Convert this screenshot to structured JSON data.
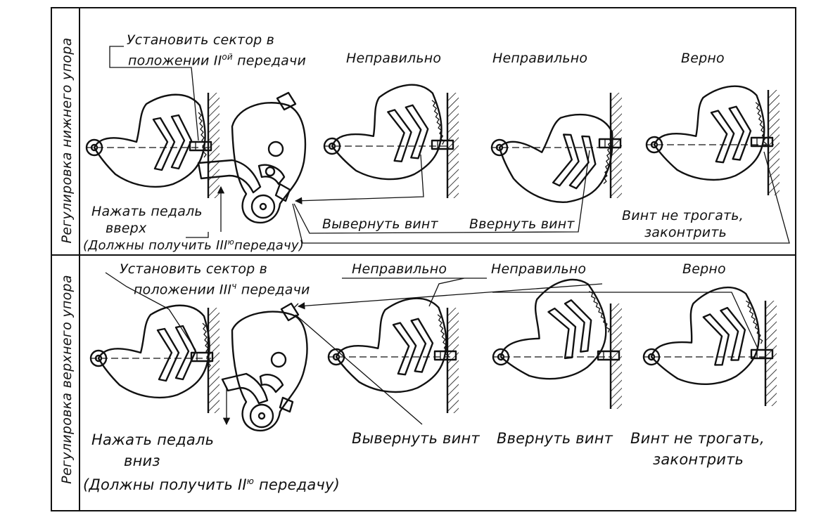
{
  "sections": {
    "lower": {
      "side_label": "Регулировка нижнего упора",
      "instruction": {
        "line1": "Установить сектор в",
        "line2": "положении II",
        "sup": "ой",
        "line2_tail": " передачи"
      },
      "pedal": {
        "line1": "Нажать педаль",
        "line2": "вверх",
        "note_pre": "(Должны получить ",
        "note_gear": "III",
        "note_sup": "ю",
        "note_post": "передачу)"
      },
      "panels": [
        {
          "title": "Неправильно",
          "caption": "Вывернуть винт"
        },
        {
          "title": "Неправильно",
          "caption": "Ввернуть винт"
        },
        {
          "title": "Верно",
          "caption_line1": "Винт не трогать,",
          "caption_line2": "законтрить"
        }
      ]
    },
    "upper": {
      "side_label": "Регулировка верхнего упора",
      "instruction": {
        "line1": "Установить сектор в",
        "line2": "положении III",
        "sup": "ч",
        "line2_tail": " передачи"
      },
      "pedal": {
        "line1": "Нажать педаль",
        "line2": "вниз",
        "note_pre": "(Должны получить ",
        "note_gear": "II",
        "note_sup": "ю",
        "note_post": " передачу)"
      },
      "panels": [
        {
          "title": "Неправильно",
          "caption": "Вывернуть винт"
        },
        {
          "title": "Неправильно",
          "caption": "Ввернуть винт"
        },
        {
          "title": "Верно",
          "caption_line1": "Винт не трогать,",
          "caption_line2": "законтрить"
        }
      ]
    }
  },
  "colors": {
    "ink": "#111111",
    "paper": "#ffffff"
  }
}
